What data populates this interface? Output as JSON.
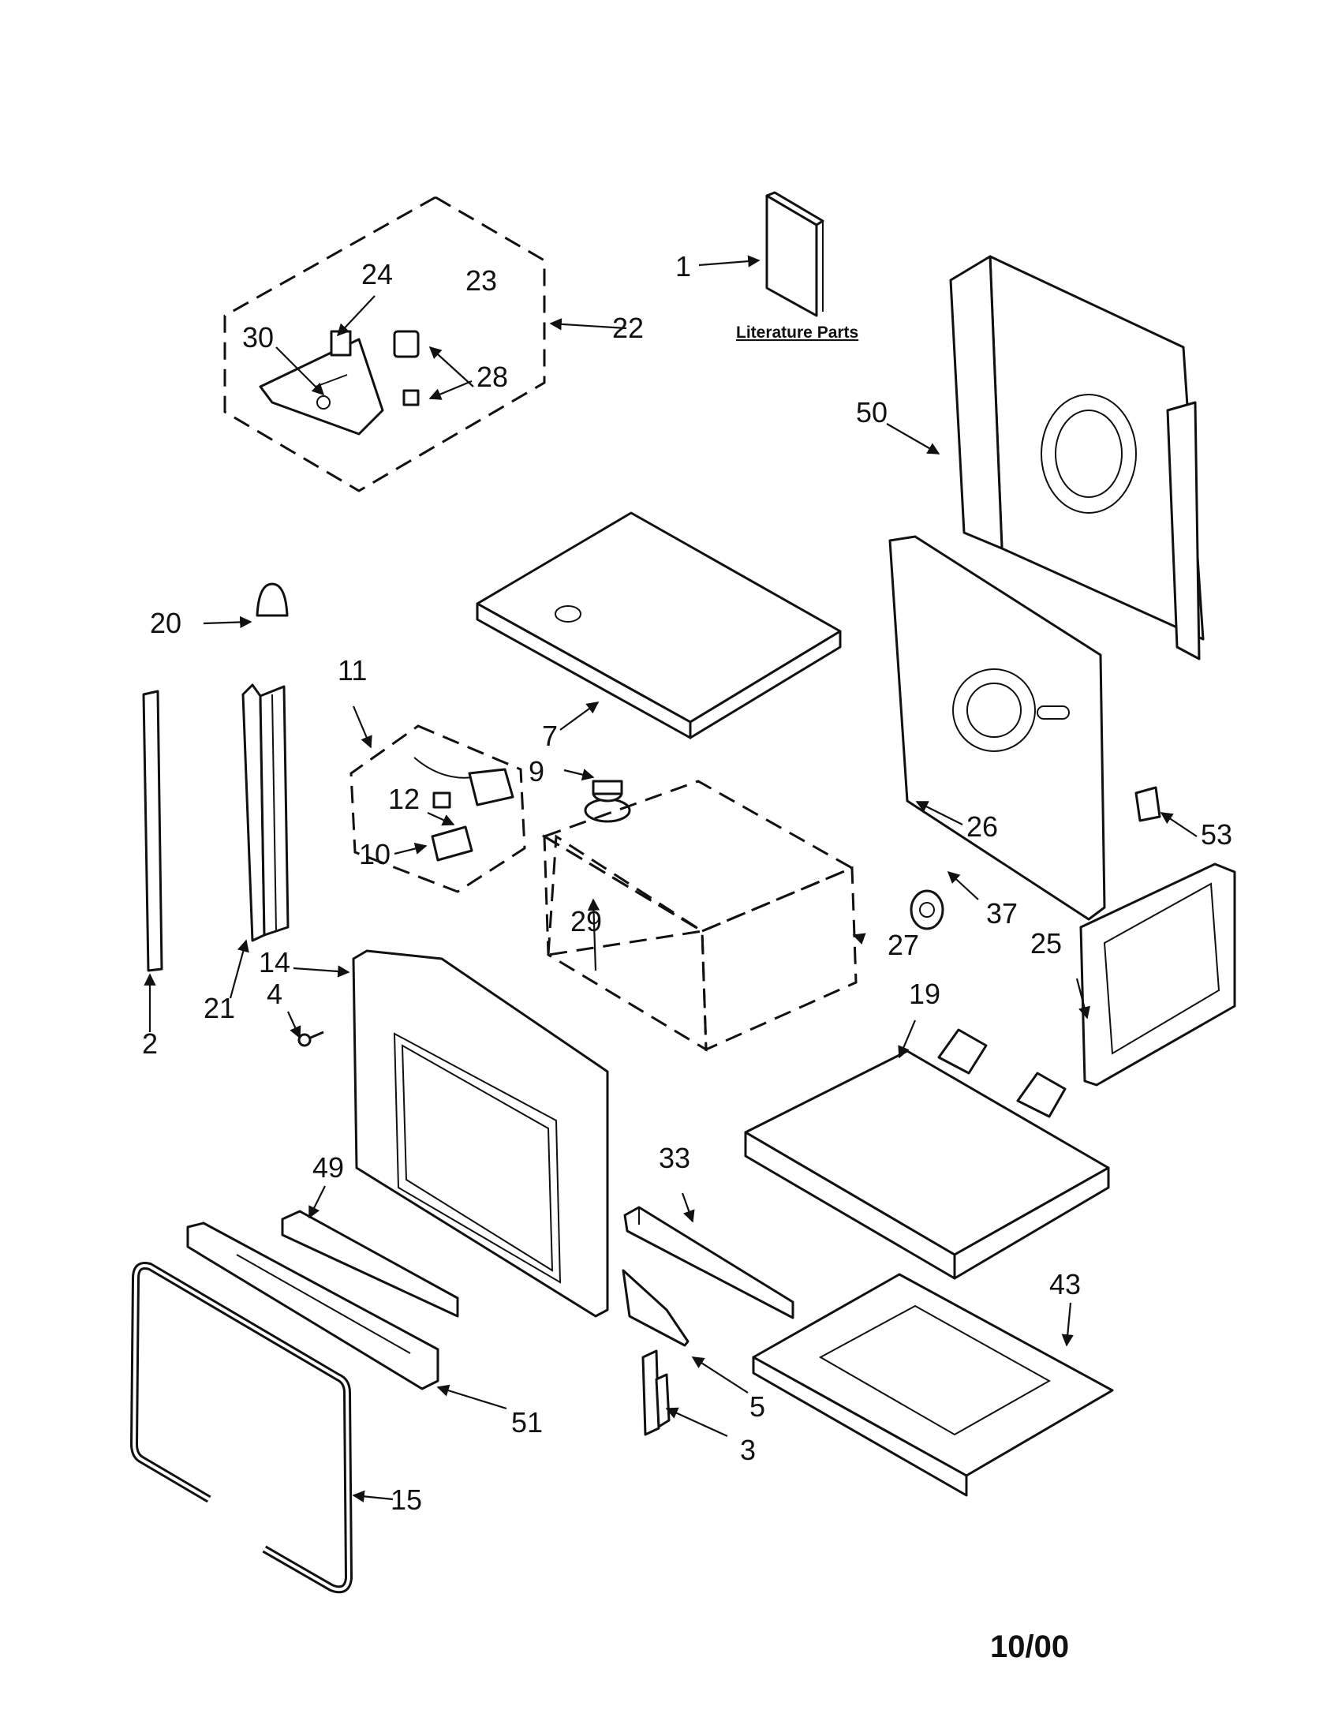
{
  "diagram": {
    "literature_label": "Literature Parts",
    "date_code": "10/00",
    "part_numbers": {
      "p1": "1",
      "p2": "2",
      "p3": "3",
      "p4": "4",
      "p5": "5",
      "p7": "7",
      "p9": "9",
      "p10": "10",
      "p11": "11",
      "p12": "12",
      "p14": "14",
      "p15": "15",
      "p19": "19",
      "p20": "20",
      "p21": "21",
      "p22": "22",
      "p23": "23",
      "p24": "24",
      "p25": "25",
      "p26": "26",
      "p27": "27",
      "p28": "28",
      "p29": "29",
      "p30": "30",
      "p33": "33",
      "p37": "37",
      "p43": "43",
      "p49": "49",
      "p50": "50",
      "p51": "51",
      "p53": "53"
    }
  }
}
